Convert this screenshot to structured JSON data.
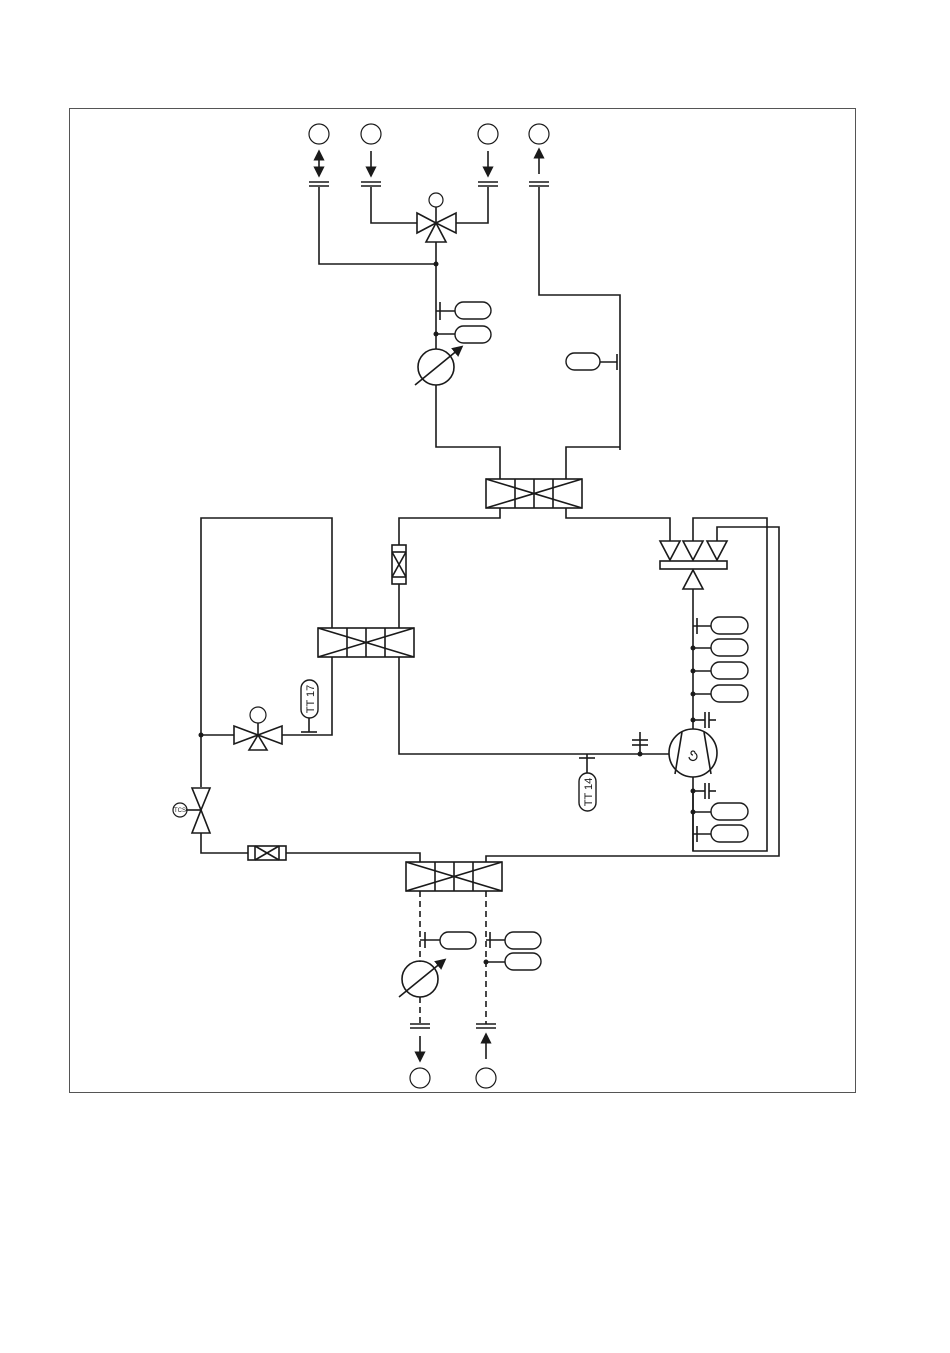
{
  "diagram": {
    "labels": {
      "tt17": "TT 17",
      "tt14": "TT 14",
      "valve_tag": "TCS"
    }
  }
}
